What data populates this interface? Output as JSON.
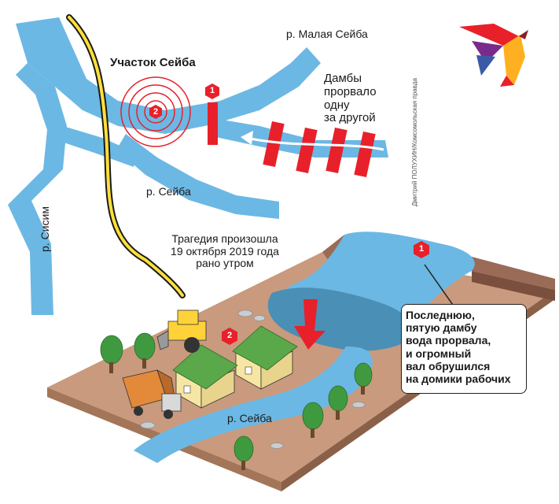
{
  "labels": {
    "site_title": "Участок Сейба",
    "river_malaya": "р. Малая Сейба",
    "river_seiba_top": "р. Сейба",
    "river_sisim": "р. Сисим",
    "river_seiba_bottom": "р. Сейба",
    "dams_note": "Дамбы\nпрорвало\nодну\nза другой",
    "date_note": "Трагедия произошла\n19 октября 2019 года\nрано утром",
    "callout": "Последнюю,\nпятую дамбу\nвода прорвала,\nи огромный\nвал обрушился\nна домики рабочих",
    "credit": "Дмитрий ПОЛУХИН/Комсомольская правда"
  },
  "markers": {
    "m1_top": "1",
    "m2_top": "2",
    "m1_bottom": "1",
    "m2_bottom": "2"
  },
  "colors": {
    "river": "#6cb8e4",
    "land": "#c99a7d",
    "cliff": "#9a6b57",
    "dam": "#e8202a",
    "water_dark": "#4a8fb5",
    "roof": "#5aa84a",
    "wall": "#f7e6a3",
    "tree": "#3f9a3f",
    "road_yellow": "#ffe03a"
  }
}
